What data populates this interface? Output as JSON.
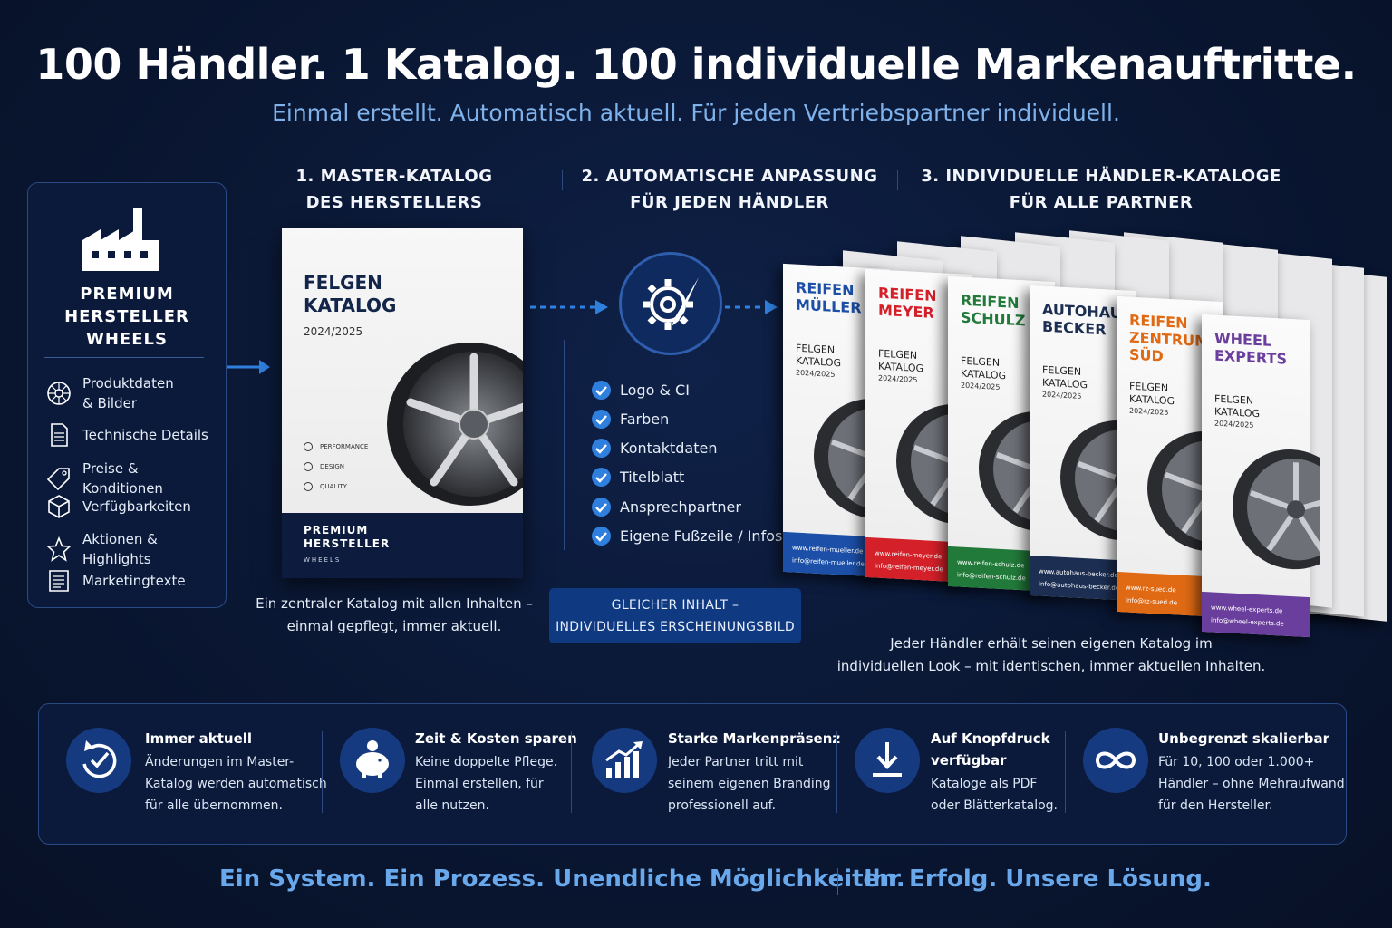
{
  "header": {
    "title": "100 Händler. 1 Katalog. 100 individuelle Markenauftritte.",
    "subtitle": "Einmal erstellt. Automatisch aktuell. Für jeden Vertriebspartner individuell."
  },
  "manufacturer": {
    "name": "PREMIUM\nHERSTELLER\nWHEELS",
    "icon": "factory-icon",
    "features": [
      {
        "label": "Produktdaten\n& Bilder",
        "icon": "wheel-icon"
      },
      {
        "label": "Technische Details",
        "icon": "document-icon"
      },
      {
        "label": "Preise & Konditionen",
        "icon": "tag-icon"
      },
      {
        "label": "Verfügbarkeiten",
        "icon": "box-icon"
      },
      {
        "label": "Aktionen & Highlights",
        "icon": "star-icon"
      },
      {
        "label": "Marketingtexte",
        "icon": "text-document-icon"
      }
    ]
  },
  "steps": {
    "step1": "1. MASTER-KATALOG\nDES HERSTELLERS",
    "step2": "2. AUTOMATISCHE ANPASSUNG\nFÜR JEDEN HÄNDLER",
    "step3": "3. INDIVIDUELLE HÄNDLER-KATALOGE\nFÜR ALLE PARTNER"
  },
  "master_catalog": {
    "title": "FELGEN\nKATALOG",
    "year": "2024/2025",
    "tags": [
      "PERFORMANCE",
      "DESIGN",
      "QUALITY"
    ],
    "footer": "PREMIUM\nHERSTELLER",
    "footer_small": "WHEELS",
    "caption": "Ein zentraler Katalog mit allen Inhalten –\neinmal gepflegt, immer aktuell."
  },
  "adaptation": {
    "icon": "gear-brush-icon",
    "items": [
      "Logo & CI",
      "Farben",
      "Kontaktdaten",
      "Titelblatt",
      "Ansprechpartner",
      "Eigene Fußzeile / Infos"
    ],
    "badge": "GLEICHER INHALT –\nINDIVIDUELLES ERSCHEINUNGSBILD"
  },
  "dealers": {
    "catalog_title": "FELGEN\nKATALOG",
    "catalog_year": "2024/2025",
    "items": [
      {
        "name": "REIFEN\nMÜLLER",
        "color": "#1c4fa8",
        "footer": "www.reifen-mueller.de\ninfo@reifen-mueller.de"
      },
      {
        "name": "REIFEN\nMEYER",
        "color": "#d32029",
        "footer": "www.reifen-meyer.de\ninfo@reifen-meyer.de"
      },
      {
        "name": "REIFEN\nSCHULZ",
        "color": "#217a3a",
        "footer": "www.reifen-schulz.de\ninfo@reifen-schulz.de"
      },
      {
        "name": "AUTOHAUS\nBECKER",
        "color": "#1c2e52",
        "footer": "www.autohaus-becker.de\ninfo@autohaus-becker.de"
      },
      {
        "name": "REIFEN\nZENTRUM\nSÜD",
        "color": "#e06a14",
        "footer": "www.rz-sued.de\ninfo@rz-sued.de"
      },
      {
        "name": "WHEEL\nEXPERTS",
        "color": "#6a3e9c",
        "footer": "www.wheel-experts.de\ninfo@wheel-experts.de"
      }
    ],
    "caption": "Jeder Händler erhält seinen eigenen Katalog im\nindividuellen Look – mit identischen, immer aktuellen Inhalten."
  },
  "benefits": [
    {
      "title": "Immer aktuell",
      "text": "Änderungen im Master-\nKatalog werden automatisch\nfür alle übernommen.",
      "icon": "refresh-check-icon"
    },
    {
      "title": "Zeit & Kosten sparen",
      "text": "Keine doppelte Pflege.\nEinmal erstellen, für\nalle nutzen.",
      "icon": "piggy-bank-icon"
    },
    {
      "title": "Starke Markenpräsenz",
      "text": "Jeder Partner tritt mit\nseinem eigenen Branding\nprofessionell auf.",
      "icon": "growth-chart-icon"
    },
    {
      "title": "Auf Knopfdruck\nverfügbar",
      "text": "Kataloge als PDF\noder Blätterkatalog.",
      "icon": "download-icon"
    },
    {
      "title": "Unbegrenzt skalierbar",
      "text": "Für 10, 100 oder 1.000+\nHändler – ohne Mehraufwand\nfür den Hersteller.",
      "icon": "infinity-icon"
    }
  ],
  "footer": {
    "slogan_left": "Ein System. Ein Prozess. Unendliche Möglichkeiten.",
    "slogan_right": "Ihr Erfolg. Unsere Lösung."
  },
  "colors": {
    "background": "#0a1733",
    "accent": "#2f7fde",
    "subtitle": "#7fb2ea"
  }
}
